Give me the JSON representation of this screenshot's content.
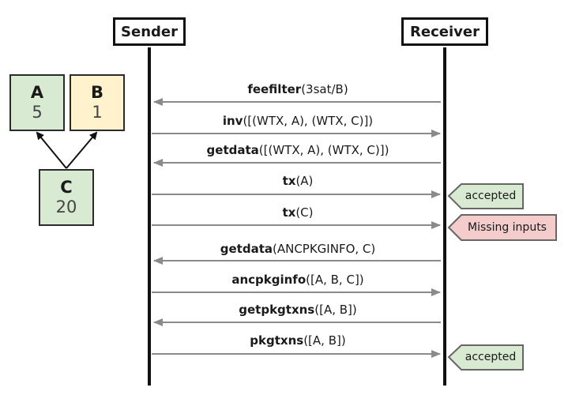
{
  "actors": {
    "sender": "Sender",
    "receiver": "Receiver"
  },
  "packages": [
    {
      "name": "A",
      "fee": "5",
      "color": "#d9ead3"
    },
    {
      "name": "B",
      "fee": "1",
      "color": "#fff2cc"
    },
    {
      "name": "C",
      "fee": "20",
      "color": "#d9ead3"
    }
  ],
  "messages": [
    {
      "cmd": "feefilter",
      "args": "(3sat/B)",
      "direction": "to-sender"
    },
    {
      "cmd": "inv",
      "args": "([(WTX, A), (WTX, C)])",
      "direction": "to-receiver"
    },
    {
      "cmd": "getdata",
      "args": "([(WTX, A), (WTX, C)])",
      "direction": "to-sender"
    },
    {
      "cmd": "tx",
      "args": "(A)",
      "direction": "to-receiver"
    },
    {
      "cmd": "tx",
      "args": "(C)",
      "direction": "to-receiver"
    },
    {
      "cmd": "getdata",
      "args": "(ANCPKGINFO, C)",
      "direction": "to-sender"
    },
    {
      "cmd": "ancpkginfo",
      "args": "([A, B, C])",
      "direction": "to-receiver"
    },
    {
      "cmd": "getpkgtxns",
      "args": "([A, B])",
      "direction": "to-sender"
    },
    {
      "cmd": "pkgtxns",
      "args": "([A, B])",
      "direction": "to-receiver"
    }
  ],
  "status_tags": [
    {
      "text": "accepted",
      "color": "#d9ead3"
    },
    {
      "text": "Missing inputs",
      "color": "#f4cccc"
    },
    {
      "text": "accepted",
      "color": "#d9ead3"
    }
  ]
}
